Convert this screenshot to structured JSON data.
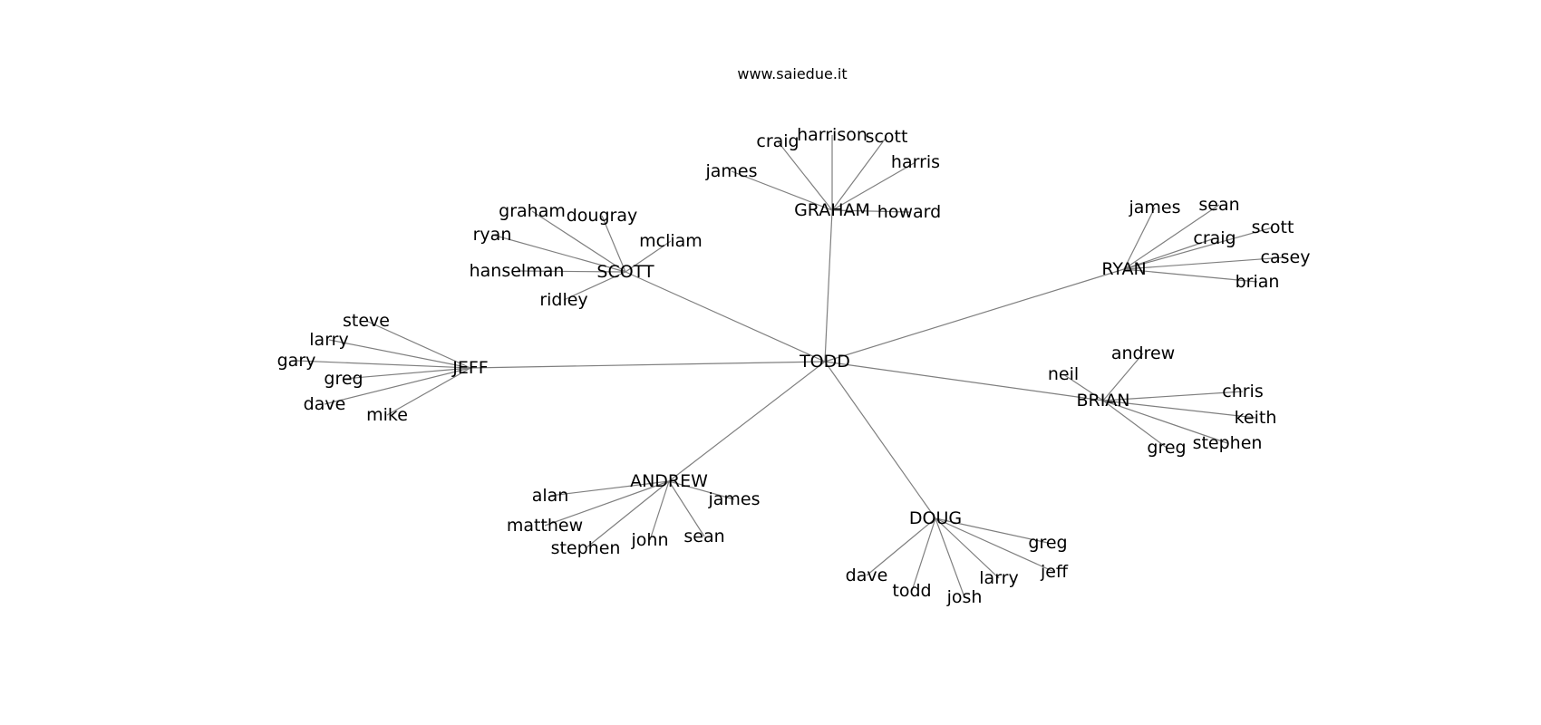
{
  "header": {
    "title": "www.saiedue.it"
  },
  "colors": {
    "edge": "#7f7f7f",
    "text": "#000000",
    "background": "#ffffff"
  },
  "graph": {
    "center": "TODD",
    "groups": [
      {
        "hub": "GRAHAM",
        "leaves": [
          "craig",
          "harrison",
          "scott",
          "harris",
          "james",
          "howard"
        ]
      },
      {
        "hub": "SCOTT",
        "leaves": [
          "graham",
          "dougray",
          "mcliam",
          "ryan",
          "hanselman",
          "ridley"
        ]
      },
      {
        "hub": "RYAN",
        "leaves": [
          "james",
          "sean",
          "craig",
          "scott",
          "casey",
          "brian"
        ]
      },
      {
        "hub": "JEFF",
        "leaves": [
          "steve",
          "larry",
          "gary",
          "greg",
          "dave",
          "mike"
        ]
      },
      {
        "hub": "BRIAN",
        "leaves": [
          "andrew",
          "neil",
          "chris",
          "keith",
          "stephen",
          "greg"
        ]
      },
      {
        "hub": "ANDREW",
        "leaves": [
          "alan",
          "james",
          "matthew",
          "stephen",
          "john",
          "sean"
        ]
      },
      {
        "hub": "DOUG",
        "leaves": [
          "greg",
          "jeff",
          "dave",
          "todd",
          "josh",
          "larry"
        ]
      }
    ]
  }
}
